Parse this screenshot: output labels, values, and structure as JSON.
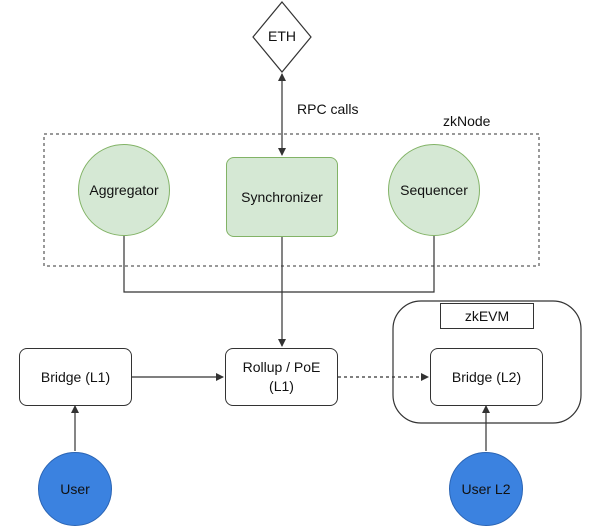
{
  "eth": {
    "label": "ETH"
  },
  "rpc": {
    "label": "RPC calls"
  },
  "zknode": {
    "label": "zkNode",
    "components": {
      "aggregator": "Aggregator",
      "synchronizer": "Synchronizer",
      "sequencer": "Sequencer"
    }
  },
  "l1": {
    "bridge": "Bridge (L1)",
    "rollup_line1": "Rollup / PoE",
    "rollup_line2": "(L1)",
    "user": "User"
  },
  "zkevm": {
    "label": "zkEVM",
    "bridge": "Bridge (L2)",
    "user": "User L2"
  },
  "colors": {
    "green_fill": "#d5e8d4",
    "green_stroke": "#82b366",
    "user_blue": "#3b82e0",
    "line": "#333333"
  }
}
